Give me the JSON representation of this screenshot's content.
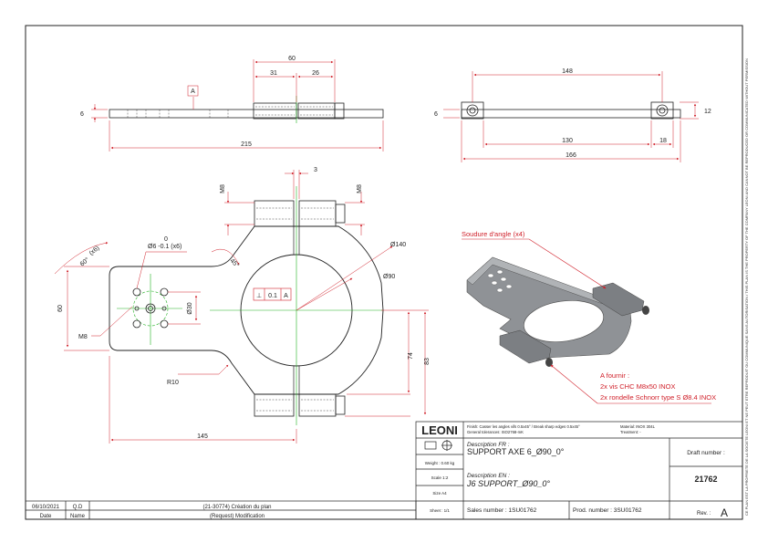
{
  "colors": {
    "line": "#222222",
    "dimension": "#d0202a",
    "centerline": "#20b020",
    "part_fill": "#8f9296"
  },
  "top_view": {
    "dims": {
      "overall": "215",
      "block_span": "60",
      "block_a": "31",
      "block_b": "26",
      "thickness": "6"
    },
    "datum": "A"
  },
  "right_view": {
    "dims": {
      "span": "148",
      "inner": "130",
      "outer": "166",
      "end": "18",
      "thickness": "6",
      "height": "12"
    }
  },
  "front_view": {
    "dims": {
      "slot": "3",
      "thread_left": "M8",
      "thread_right": "M8",
      "hole_count": "(x6)",
      "angle_holes": "60°",
      "zero": "0",
      "hole_dia": "Ø6 -0.1 (x6)",
      "angle": "45°",
      "outer_dia": "Ø140",
      "bore_dia": "Ø90",
      "inner_pcd": "Ø30",
      "height": "60",
      "thread_hole": "M8",
      "radius": "R10",
      "length": "145",
      "v1": "74",
      "v2": "83"
    },
    "tolerance": {
      "symbol": "⊥",
      "value": "0.1",
      "datum": "A"
    }
  },
  "iso_view": {
    "weld_note": "Soudure d'angle (x4)",
    "supply_title": "A fournir :",
    "supply_items": [
      "2x vis CHC M8x50 INOX",
      "2x rondelle Schnorr type S Ø8.4 INOX"
    ]
  },
  "title_block": {
    "logo": "LEONI",
    "finish": "Finish: Casser les angles vifs 0.5x45° / Break sharp edges 0.5x45°",
    "tolerances": "General tolerances: ISO2768-mK",
    "material": "Material: INOX 304L",
    "treatment": "Treatment: -",
    "desc_fr_label": "Description FR :",
    "desc_fr": "SUPPORT AXE 6_Ø90_0°",
    "desc_en_label": "Description EN :",
    "desc_en": "J6 SUPPORT_Ø90_0°",
    "weight": "Weight : 0.60 kg",
    "scale": "Scale 1:2",
    "size": "Size  A4",
    "sheet": "Sheet : 1/1",
    "sales_number": "Sales number : 1SU01762",
    "prod_number": "Prod. number : 3SU01762",
    "draft_label": "Draft number :",
    "draft_number": "21762",
    "rev_label": "Rev. :",
    "rev": "A"
  },
  "revision_table": {
    "date": "06/10/2021",
    "name": "Q.D",
    "request": "(21-30774) Création du plan",
    "hdr_date": "Date",
    "hdr_name": "Name",
    "hdr_request": "(Request) Modification"
  },
  "side_note": "CE PLAN EST LA PROPRIETE DE LA SOCIETE LEONI ET NE PEUT ETRE REPRODUIT OU COMMUNIQUE SANS AUTORISATION / THIS PLAN IS THE PROPERTY OF THE COMPANY LEONI AND CANNOT BE REPRODUCED OR COMMUNICATED WITHOUT PERMISSION"
}
